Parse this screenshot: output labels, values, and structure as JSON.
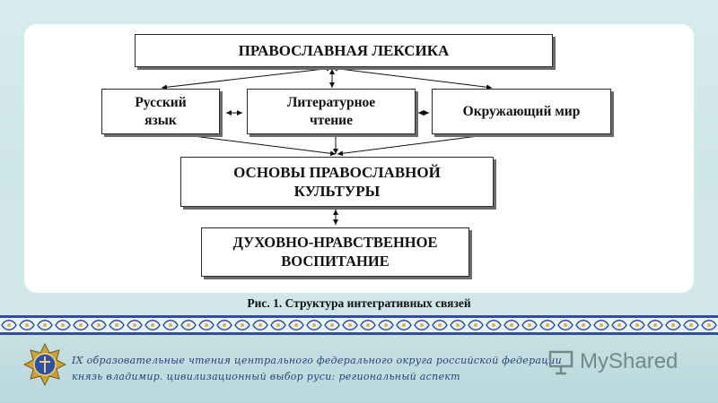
{
  "diagram": {
    "nodes": {
      "top": "ПРАВОСЛАВНАЯ ЛЕКСИКА",
      "russian": "Русский\nязык",
      "literary": "Литературное\nчтение",
      "world": "Окружающий мир",
      "foundations": "ОСНОВЫ ПРАВОСЛАВНОЙ\nКУЛЬТУРЫ",
      "spiritual": "ДУХОВНО-НРАВСТВЕННОЕ\nВОСПИТАНИЕ"
    },
    "caption": "Рис. 1. Структура интегративных связей"
  },
  "footer": {
    "line1": "IX образовательные чтения центрального федерального округа российской федерации",
    "line2": "князь владимир. цивилизационный выбор руси: региональный аспект",
    "watermark": "MyShared"
  },
  "colors": {
    "ornament_blue": "#2f4fa0",
    "ornament_gold": "#d8b24a",
    "footer_text": "#2a3f7a"
  }
}
